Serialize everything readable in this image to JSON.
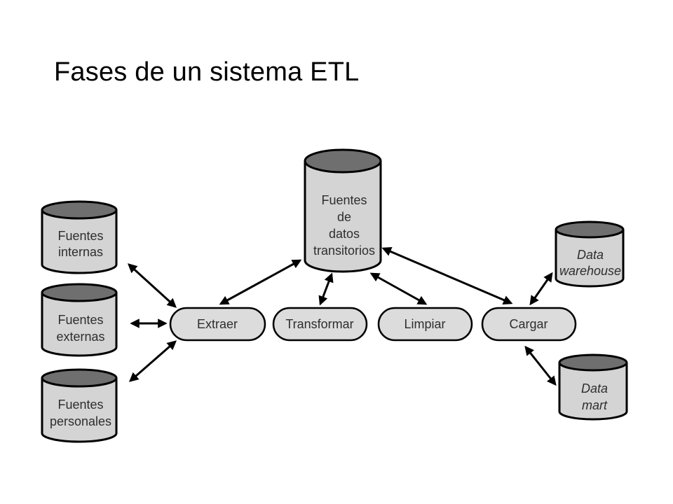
{
  "title": "Fases de un sistema ETL",
  "sources": {
    "internas": [
      "Fuentes",
      "internas"
    ],
    "externas": [
      "Fuentes",
      "externas"
    ],
    "personales": [
      "Fuentes",
      "personales"
    ]
  },
  "staging": [
    "Fuentes",
    "de",
    "datos",
    "transitorios"
  ],
  "phases": {
    "extraer": "Extraer",
    "transformar": "Transformar",
    "limpiar": "Limpiar",
    "cargar": "Cargar"
  },
  "targets": {
    "warehouse": [
      "Data",
      "warehouse"
    ],
    "mart": [
      "Data",
      "mart"
    ]
  },
  "colors": {
    "cylinder_top": "#6f6f6f",
    "cylinder_body": "#d4d4d4",
    "pill_fill": "#dcdcdc",
    "stroke": "#000000"
  }
}
